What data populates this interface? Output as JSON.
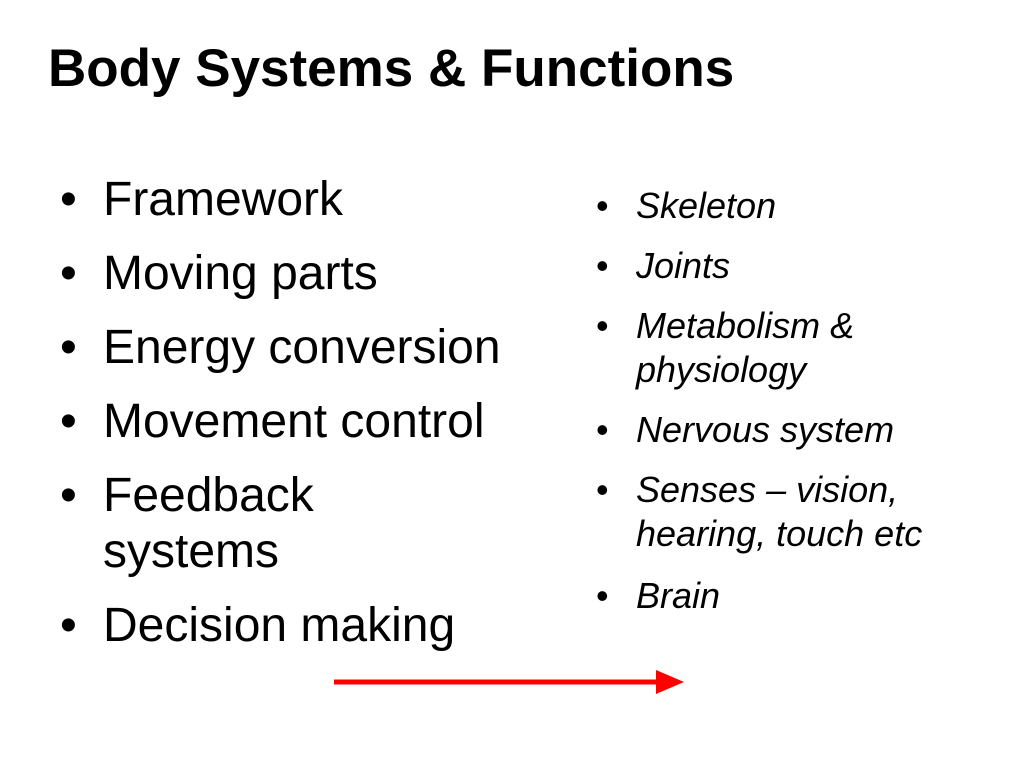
{
  "slide": {
    "title": "Body Systems & Functions",
    "bullet_glyph": "•",
    "arrow_color": "#ff0000",
    "left_items": [
      "Framework",
      "Moving parts",
      "Energy conversion",
      "Movement control",
      "Feedback systems",
      "Decision making"
    ],
    "right_items": [
      "Skeleton",
      "Joints",
      "Metabolism & physiology",
      "Nervous system",
      "Senses – vision, hearing, touch etc",
      "Brain"
    ]
  }
}
